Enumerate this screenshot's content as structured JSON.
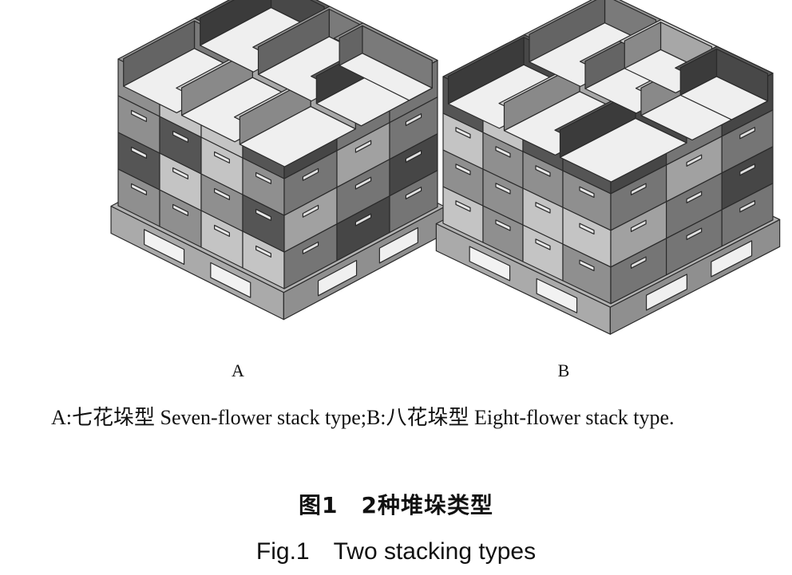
{
  "panels": [
    {
      "label": "A"
    },
    {
      "label": "B"
    }
  ],
  "caption": {
    "text": "A:七花垛型 Seven-flower stack type;B:八花垛型 Eight-flower stack type."
  },
  "figure": {
    "title_cn": "图1　2种堆垛类型",
    "title_en": "Fig.1　Two stacking types"
  },
  "colors": {
    "light": "#c4c4c4",
    "mid": "#8f8f8f",
    "dark": "#555555",
    "pallet": "#b3b3b3"
  }
}
